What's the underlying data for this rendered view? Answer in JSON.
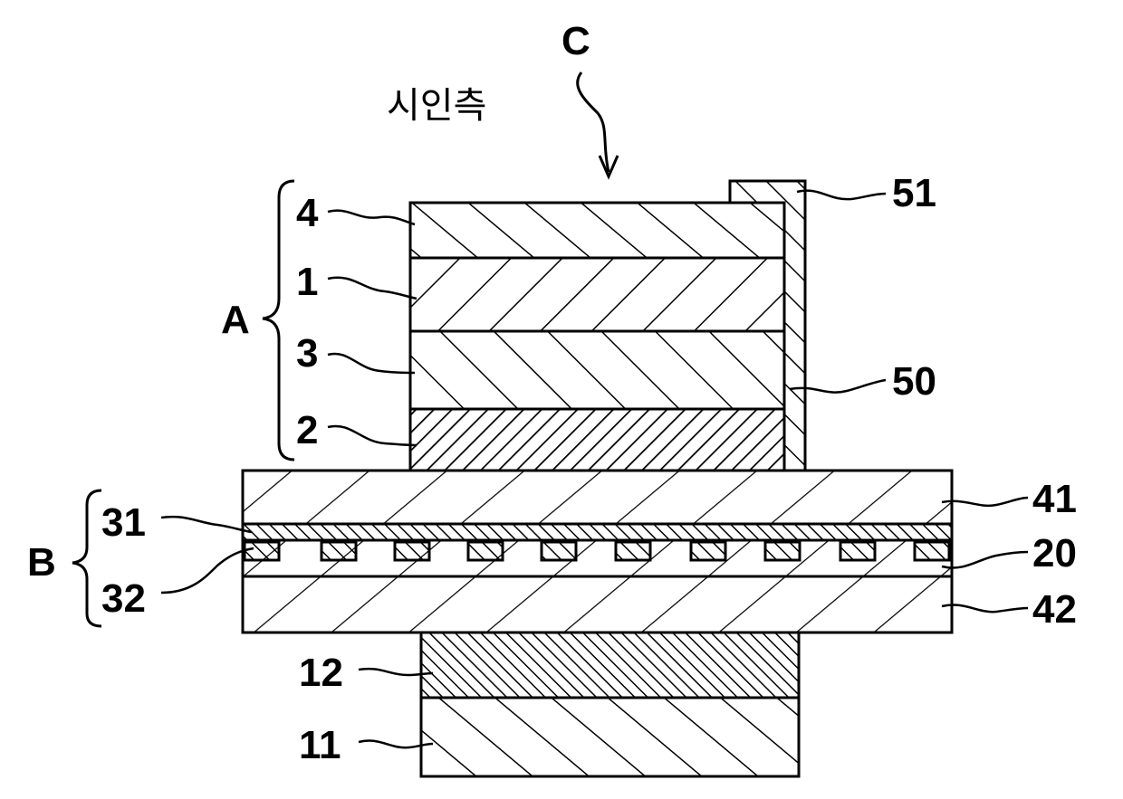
{
  "labels": {
    "viewing_side": "시인측",
    "C": "C",
    "A": "A",
    "B": "B",
    "n4": "4",
    "n1": "1",
    "n3": "3",
    "n2": "2",
    "n51": "51",
    "n50": "50",
    "n41": "41",
    "n31": "31",
    "n20": "20",
    "n32": "32",
    "n42": "42",
    "n12": "12",
    "n11": "11"
  }
}
